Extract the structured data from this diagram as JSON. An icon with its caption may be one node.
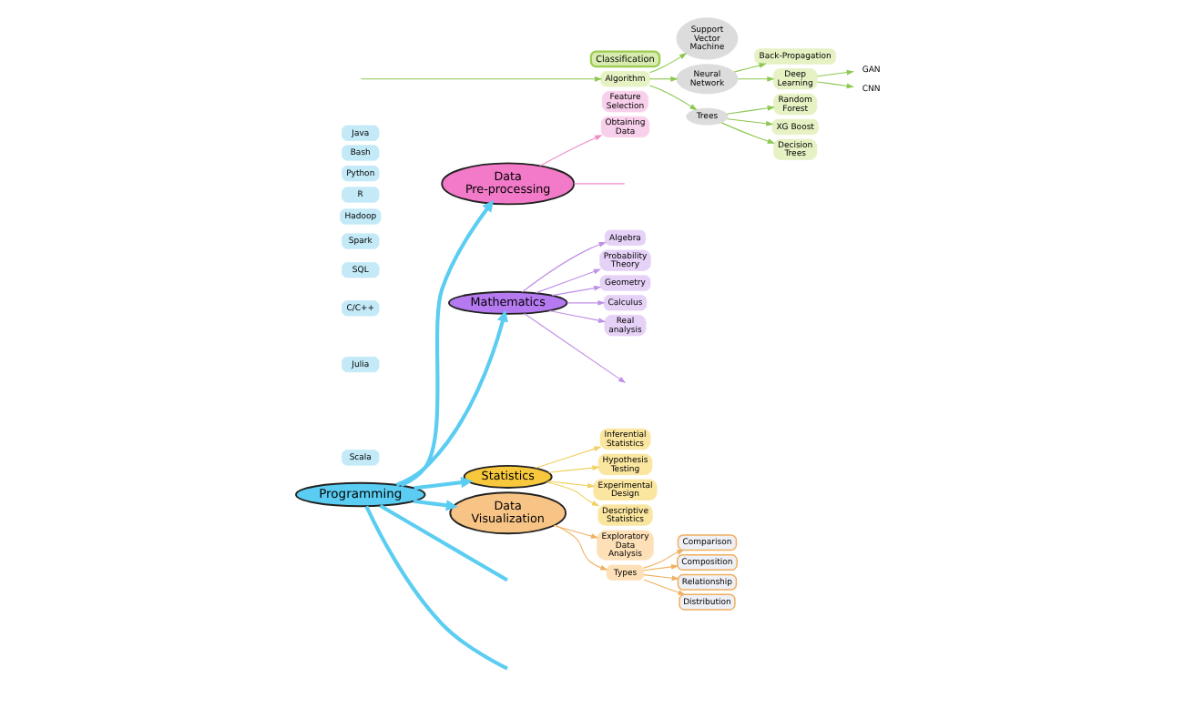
{
  "diagram": {
    "nodes": [
      {
        "text": [
          "Obtaining Data"
        ]
      },
      {
        "text": [
          "Data Pre-processing"
        ]
      },
      {
        "text": [
          "Feature Selection"
        ]
      },
      {
        "text": [
          "Algebra"
        ]
      },
      {
        "text": [
          "Mathematics"
        ]
      },
      {
        "text": [
          "Inferential Statistics"
        ]
      },
      {
        "text": [
          "Hypothesis Testing"
        ]
      },
      {
        "text": [
          "Scala"
        ]
      },
      {
        "text": [
          "Julia"
        ]
      },
      {
        "text": [
          "C/C++"
        ]
      },
      {
        "text": [
          "Probability Theory"
        ]
      },
      {
        "text": [
          "SQL"
        ]
      },
      {
        "text": [
          "Geometry"
        ]
      },
      {
        "text": [
          "Spark"
        ]
      },
      {
        "text": [
          "Statistics"
        ]
      },
      {
        "text": [
          "Programming"
        ]
      },
      {
        "text": [
          "Hadoop"
        ]
      },
      {
        "text": [
          "Calculus"
        ]
      },
      {
        "text": [
          "Real analysis"
        ]
      },
      {
        "text": [
          "R"
        ]
      },
      {
        "text": [
          "Python"
        ]
      },
      {
        "text": [
          "Bash"
        ]
      },
      {
        "text": [
          "Java"
        ]
      },
      {
        "text": [
          "Experimental Design"
        ]
      },
      {
        "text": [
          "Exploratory Data Analysis"
        ]
      },
      {
        "text": [
          "Descriptive Statistics"
        ]
      },
      {
        "text": [
          "Back-Propagation"
        ]
      },
      {
        "text": [
          "Data Visualization"
        ]
      },
      {
        "text": [
          "GAN"
        ]
      },
      {
        "text": [
          "Support Vector Machine"
        ]
      },
      {
        "text": [
          "Random Forest"
        ]
      },
      {
        "text": [
          "Deep Learning"
        ]
      },
      {
        "text": [
          "Types"
        ]
      },
      {
        "text": [
          "Comparison"
        ]
      },
      {
        "text": [
          "CNN"
        ]
      },
      {
        "text": [
          "Neural Network"
        ]
      },
      {
        "text": [
          "Trees"
        ]
      },
      {
        "text": [
          "XG Boost"
        ]
      },
      {
        "text": [
          "Composition"
        ]
      },
      {
        "text": [
          "Relationship"
        ]
      },
      {
        "text": [
          "Classification"
        ]
      },
      {
        "text": [
          "Algorithm"
        ]
      },
      {
        "text": [
          "Decision Trees"
        ]
      },
      {
        "text": [
          "Distribution"
        ]
      }
    ],
    "edges": [
      {
        "from": 15,
        "to": 1,
        "arrow": "to",
        "style": "thick",
        "color": "#5ccdf2"
      },
      {
        "from": 15,
        "to": 4,
        "arrow": "to",
        "style": "thick",
        "color": "#5ccdf2"
      },
      {
        "from": 15,
        "to": 14,
        "arrow": "to",
        "style": "thick",
        "color": "#5ccdf2"
      },
      {
        "from": 15,
        "to": 27,
        "arrow": "to",
        "style": "thick",
        "color": "#5ccdf2"
      },
      {
        "from": 15,
        "to": null,
        "arrow": "none",
        "style": "thick",
        "color": "#5ccdf2"
      },
      {
        "from": 15,
        "to": null,
        "arrow": "none",
        "style": "thick",
        "color": "#5ccdf2"
      },
      {
        "from": 1,
        "to": 0,
        "arrow": "to",
        "color": "#f08cc8"
      },
      {
        "from": 1,
        "to": null,
        "arrow": "none",
        "color": "#f08cc8"
      },
      {
        "from": 4,
        "to": 3,
        "arrow": "to",
        "color": "#c090e8"
      },
      {
        "from": 4,
        "to": null,
        "arrow": "to",
        "color": "#c090e8"
      },
      {
        "from": 4,
        "to": 10,
        "arrow": "to",
        "color": "#c090e8"
      },
      {
        "from": 4,
        "to": 17,
        "arrow": "to",
        "color": "#c090e8"
      },
      {
        "from": 4,
        "to": 12,
        "arrow": "to",
        "color": "#c090e8"
      },
      {
        "from": 4,
        "to": 18,
        "arrow": "to",
        "color": "#c090e8"
      },
      {
        "from": 14,
        "to": 5,
        "arrow": "to",
        "color": "#f0d060"
      },
      {
        "from": 14,
        "to": 6,
        "arrow": "to",
        "color": "#f0d060"
      },
      {
        "from": 14,
        "to": 23,
        "arrow": "to",
        "color": "#f0d060"
      },
      {
        "from": 14,
        "to": 25,
        "arrow": "to",
        "color": "#f0d060"
      },
      {
        "from": 27,
        "to": 24,
        "arrow": "to",
        "color": "#f0b060"
      },
      {
        "from": 27,
        "to": 32,
        "arrow": "to",
        "color": "#f0b060"
      },
      {
        "from": 32,
        "to": 33,
        "arrow": "to",
        "color": "#f0b060"
      },
      {
        "from": 32,
        "to": 38,
        "arrow": "to",
        "color": "#f0b060"
      },
      {
        "from": 32,
        "to": 39,
        "arrow": "to",
        "color": "#f0b060"
      },
      {
        "from": 32,
        "to": 43,
        "arrow": "to",
        "color": "#f0b060"
      },
      {
        "from": null,
        "to": 41,
        "arrow": "to"
      },
      {
        "from": 41,
        "to": 35,
        "arrow": "to"
      },
      {
        "from": 41,
        "to": 29,
        "arrow": "to"
      },
      {
        "from": 41,
        "to": 36,
        "arrow": "to"
      },
      {
        "from": 35,
        "to": 26,
        "arrow": "to"
      },
      {
        "from": 35,
        "to": 31,
        "arrow": "to"
      },
      {
        "from": 31,
        "to": 28,
        "arrow": "to"
      },
      {
        "from": 31,
        "to": 34,
        "arrow": "to"
      },
      {
        "from": 36,
        "to": 30,
        "arrow": "to"
      },
      {
        "from": 36,
        "to": 37,
        "arrow": "to"
      },
      {
        "from": 36,
        "to": 42,
        "arrow": "to"
      }
    ]
  }
}
